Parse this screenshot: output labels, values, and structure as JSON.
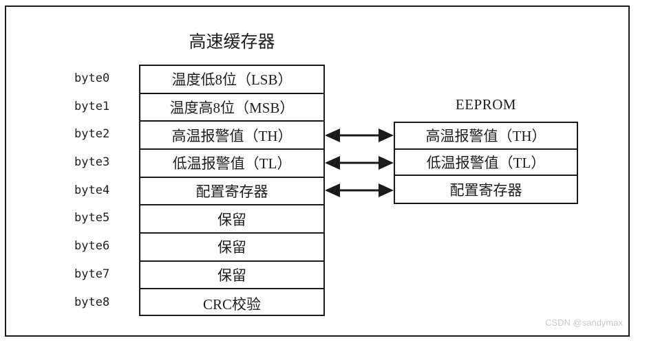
{
  "diagram": {
    "cache": {
      "title": "高速缓存器",
      "byte_labels": [
        "byte0",
        "byte1",
        "byte2",
        "byte3",
        "byte4",
        "byte5",
        "byte6",
        "byte7",
        "byte8"
      ],
      "rows": [
        "温度低8位（LSB）",
        "温度高8位（MSB）",
        "高温报警值（TH）",
        "低温报警值（TL）",
        "配置寄存器",
        "保留",
        "保留",
        "保留",
        "CRC校验"
      ]
    },
    "eeprom": {
      "title": "EEPROM",
      "rows": [
        "高温报警值（TH）",
        "低温报警值（TL）",
        "配置寄存器"
      ]
    },
    "connectors": [
      {
        "name": "th-link",
        "from_row": "byte2",
        "to_row": "高温报警值（TH）",
        "direction": "bidirectional"
      },
      {
        "name": "tl-link",
        "from_row": "byte3",
        "to_row": "低温报警值（TL）",
        "direction": "bidirectional"
      },
      {
        "name": "config-link",
        "from_row": "byte4",
        "to_row": "配置寄存器",
        "direction": "bidirectional"
      }
    ],
    "colors": {
      "line": "#1a1a1a",
      "text": "#1d1d1d",
      "background": "#ffffff",
      "watermark": "#c9c9c9"
    }
  },
  "watermark": "CSDN @sandymax"
}
